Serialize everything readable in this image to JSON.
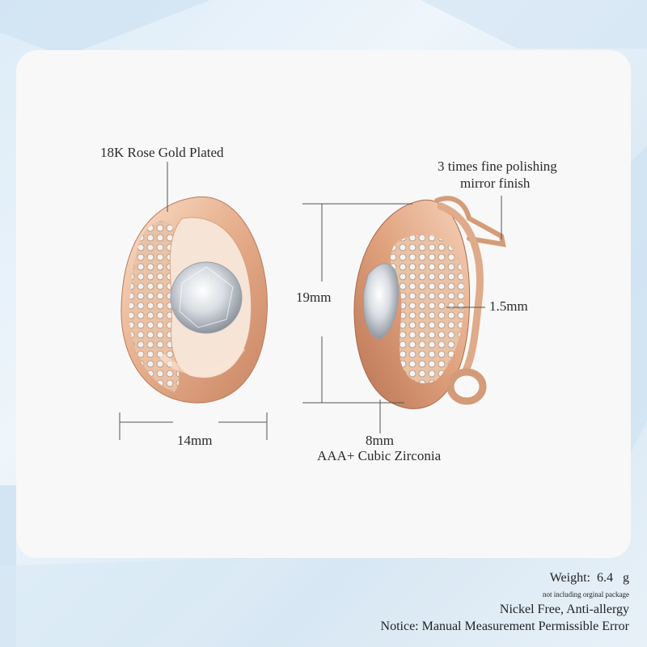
{
  "annotations": {
    "plating": "18K Rose Gold Plated",
    "polish_line1": "3 times fine polishing",
    "polish_line2": "mirror finish",
    "height": "19mm",
    "thickness": "1.5mm",
    "width": "14mm",
    "stone_size": "8mm",
    "stone_type": "AAA+ Cubic Zirconia"
  },
  "footer": {
    "weight_label": "Weight:",
    "weight_value": "6.4",
    "weight_unit": "g",
    "weight_note": "not including orginal package",
    "nickel": "Nickel Free, Anti-allergy",
    "notice": "Notice: Manual Measurement Permissible Error"
  },
  "colors": {
    "rose_gold": "#e7b08e",
    "background": "#e6f0f8",
    "annotation_line": "#555555"
  }
}
